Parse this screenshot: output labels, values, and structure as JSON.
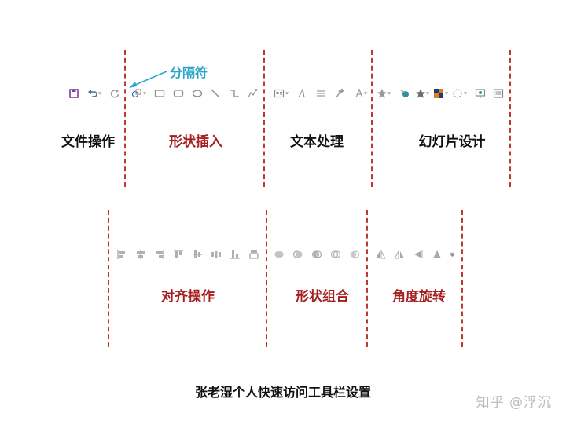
{
  "callout": {
    "text": "分隔符"
  },
  "groups_top": [
    {
      "label": "文件操作"
    },
    {
      "label": "形状插入"
    },
    {
      "label": "文本处理"
    },
    {
      "label": "幻灯片设计"
    }
  ],
  "groups_bottom": [
    {
      "label": "对齐操作"
    },
    {
      "label": "形状组合"
    },
    {
      "label": "角度旋转"
    }
  ],
  "caption": "张老湿个人快速访问工具栏设置",
  "watermark": "知乎 @浮沉",
  "colors": {
    "divider": "#c0392b",
    "label_red": "#a51f1f",
    "callout": "#2aa4c8",
    "icon_gray": "#9a9a9a",
    "save_purple": "#7b3fa0"
  },
  "toolbar_top_icons": [
    "save-icon",
    "undo-icon",
    "redo-icon",
    "shapes-icon",
    "rectangle-icon",
    "rounded-rectangle-icon",
    "ellipse-icon",
    "line-icon",
    "elbow-connector-icon",
    "freeform-icon",
    "textbox-icon",
    "text-style-icon",
    "align-text-icon",
    "format-painter-icon",
    "font-color-icon",
    "star-icon",
    "slide-transition-icon",
    "star-icon",
    "color-palette-icon",
    "dotted-circle-icon",
    "slideshow-icon",
    "slide-layout-icon"
  ],
  "toolbar_bottom_icons": [
    "align-left-icon",
    "align-center-icon",
    "align-right-icon",
    "align-top-icon",
    "align-middle-icon",
    "distribute-horizontal-icon",
    "align-bottom-icon",
    "union-icon",
    "combine-icon",
    "fragment-icon",
    "intersect-icon",
    "subtract-icon",
    "rotate-left-icon",
    "rotate-right-icon",
    "flip-vertical-icon",
    "flip-horizontal-icon"
  ]
}
